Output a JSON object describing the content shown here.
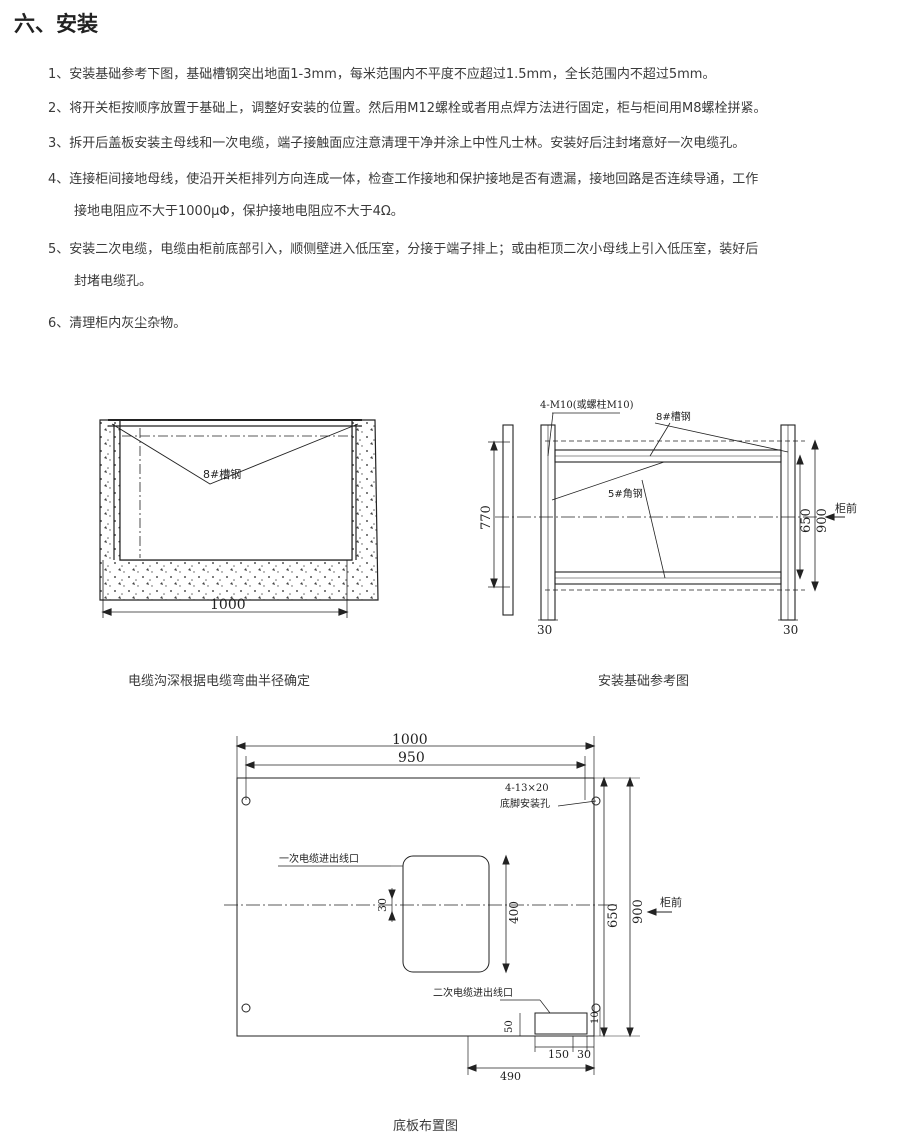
{
  "heading": "六、安装",
  "items": [
    {
      "num": "1、",
      "text": "安装基础参考下图，基础槽钢突出地面1-3mm，每米范围内不平度不应超过1.5mm，全长范围内不超过5mm。"
    },
    {
      "num": "2、",
      "text": "将开关柜按顺序放置于基础上，调整好安装的位置。然后用M12螺栓或者用点焊方法进行固定，柜与柜间用M8螺栓拼紧。"
    },
    {
      "num": "3、",
      "text": "拆开后盖板安装主母线和一次电缆，端子接触面应注意清理干净并涂上中性凡士林。安装好后注封堵意好一次电缆孔。"
    },
    {
      "num": "4、",
      "text": "连接柜间接地母线，使沿开关柜排列方向连成一体，检查工作接地和保护接地是否有遗漏，接地回路是否连续导通，工作",
      "cont": "接地电阻应不大于1000μΦ，保护接地电阻应不大于4Ω。"
    },
    {
      "num": "5、",
      "text": "安装二次电缆，电缆由柜前底部引入，顺侧壁进入低压室，分接于端子排上；或由柜顶二次小母线上引入低压室，装好后",
      "cont": "封堵电缆孔。"
    },
    {
      "num": "6、",
      "text": "清理柜内灰尘杂物。"
    }
  ],
  "fig1": {
    "label_channel": "8#槽钢",
    "dim_width": "1000",
    "caption": "电缆沟深根据电缆弯曲半径确定"
  },
  "fig2": {
    "label_bolts": "4-M10(或螺柱M10)",
    "label_channel": "8#槽钢",
    "label_angle": "5#角钢",
    "dim_770": "770",
    "dim_650": "650",
    "dim_900": "900",
    "dim_30_left": "30",
    "dim_30_right": "30",
    "front_label": "柜前",
    "caption": "安装基础参考图"
  },
  "fig3": {
    "dim_1000": "1000",
    "dim_950": "950",
    "holes_spec": "4-13×20",
    "holes_label": "底脚安装孔",
    "primary_opening": "一次电缆进出线口",
    "secondary_opening": "二次电缆进出线口",
    "dim_30": "30",
    "dim_400": "400",
    "dim_650": "650",
    "dim_900": "900",
    "dim_10": "10",
    "dim_50": "50",
    "dim_150": "150",
    "dim_30b": "30",
    "dim_490": "490",
    "front_label": "柜前",
    "caption": "底板布置图"
  }
}
